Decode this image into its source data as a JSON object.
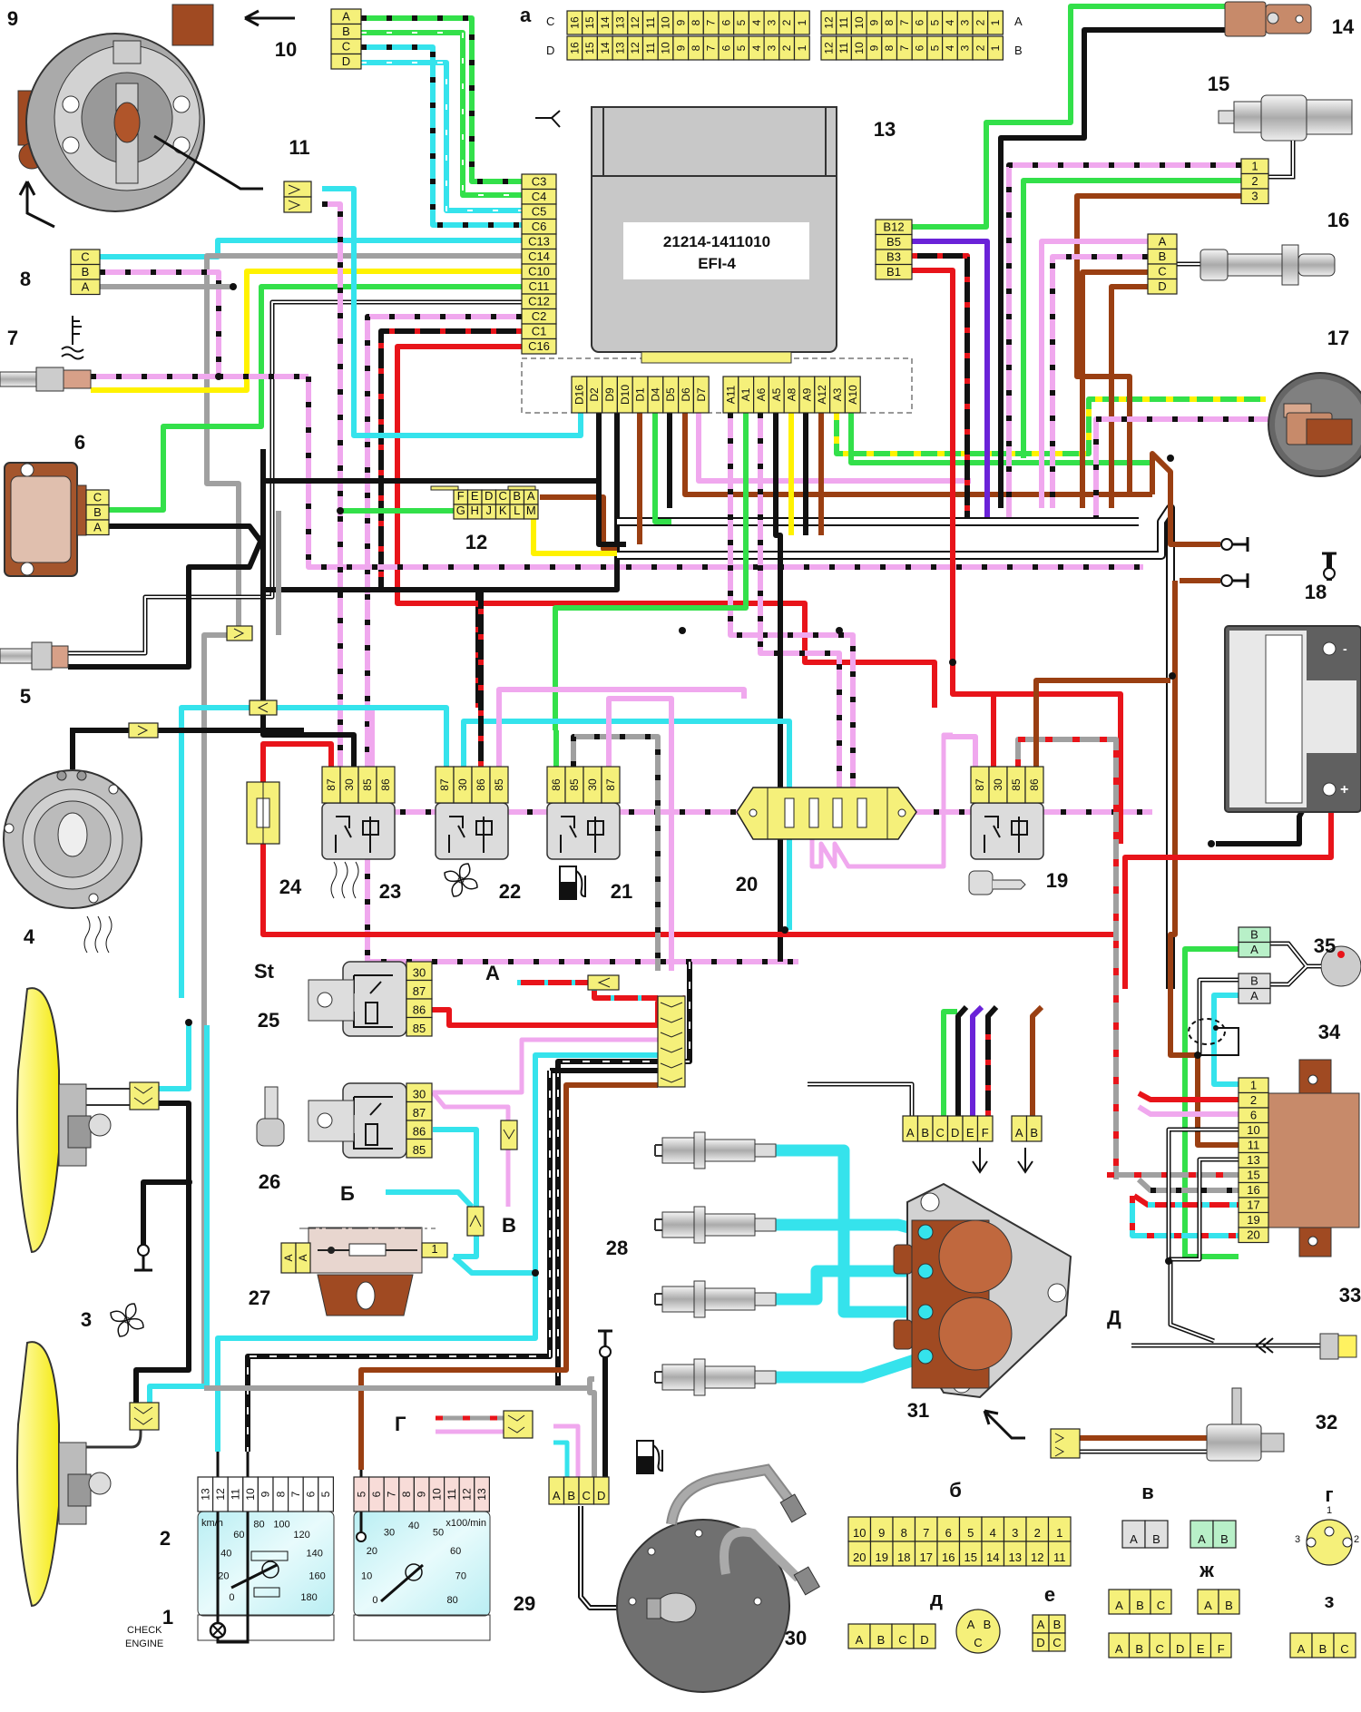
{
  "diagram": {
    "title": "Wiring diagram of engine management system (EFI-4)",
    "ecu": {
      "number": "13",
      "part_number": "21214-1411010",
      "model": "EFI-4"
    },
    "ecu_connector_c_pins": [
      "C3",
      "C4",
      "C5",
      "C6",
      "C13",
      "C14",
      "C10",
      "C11",
      "C12",
      "C2",
      "C1",
      "C16"
    ],
    "ecu_connector_b_pins": [
      "B12",
      "B5",
      "B3",
      "B1"
    ],
    "ecu_connector_d_pins": [
      "D16",
      "D2",
      "D9",
      "D10",
      "D1",
      "D4",
      "D5",
      "D6",
      "D7"
    ],
    "ecu_connector_a_pins": [
      "A11",
      "A1",
      "A6",
      "A5",
      "A8",
      "A9",
      "A12",
      "A3",
      "A10"
    ],
    "connector_a_view": {
      "label": "a",
      "row_c_label": "C",
      "row_d_label": "D",
      "row_a_label": "A",
      "row_b_label": "B",
      "left_block": [
        "16",
        "15",
        "14",
        "13",
        "12",
        "11",
        "10",
        "9",
        "8",
        "7",
        "6",
        "5",
        "4",
        "3",
        "2",
        "1"
      ],
      "right_block": [
        "12",
        "11",
        "10",
        "9",
        "8",
        "7",
        "6",
        "5",
        "4",
        "3",
        "2",
        "1"
      ]
    },
    "callouts": [
      "1",
      "2",
      "3",
      "4",
      "5",
      "6",
      "7",
      "8",
      "9",
      "10",
      "11",
      "12",
      "13",
      "14",
      "15",
      "16",
      "17",
      "18",
      "19",
      "20",
      "21",
      "22",
      "23",
      "24",
      "25",
      "26",
      "27",
      "28",
      "29",
      "30",
      "31",
      "32",
      "33",
      "34",
      "35"
    ],
    "connector_10_pins": [
      "A",
      "B",
      "C",
      "D"
    ],
    "connector_8_pins": [
      "C",
      "B",
      "A"
    ],
    "connector_6_pins": [
      "C",
      "B",
      "A"
    ],
    "connector_12_top": [
      "F",
      "E",
      "D",
      "C",
      "B",
      "A"
    ],
    "connector_12_bottom": [
      "G",
      "H",
      "J",
      "K",
      "L",
      "M"
    ],
    "connector_15_pins": [
      "1",
      "2",
      "3"
    ],
    "connector_16_pins": [
      "A",
      "B",
      "C",
      "D"
    ],
    "relay_23_pins": [
      "87",
      "30",
      "85",
      "86"
    ],
    "relay_22_pins": [
      "87",
      "30",
      "86",
      "85"
    ],
    "relay_21_pins": [
      "86",
      "85",
      "30",
      "87"
    ],
    "relay_19_pins": [
      "87",
      "30",
      "85",
      "86"
    ],
    "relay_25_pins": [
      "30",
      "87",
      "86",
      "85"
    ],
    "relay_26_pins": [
      "30",
      "87",
      "86",
      "85"
    ],
    "relay_25_tag": "St",
    "ignition_module_pins": [
      "A",
      "B",
      "C",
      "D",
      "E",
      "F"
    ],
    "ignition_ab_pins": [
      "A",
      "B"
    ],
    "module_34_pins": [
      "1",
      "2",
      "6",
      "10",
      "11",
      "13",
      "15",
      "16",
      "17",
      "19",
      "20"
    ],
    "sensor_35_pins_top": [
      "B",
      "A"
    ],
    "sensor_35_pins_bottom": [
      "B",
      "A"
    ],
    "fuel_pump_pins": [
      "A",
      "B",
      "C",
      "D"
    ],
    "connector_27_pins": [
      "A",
      "A",
      "1"
    ],
    "speedometer": {
      "unit": "km/h",
      "pins": [
        "13",
        "12",
        "11",
        "10",
        "9",
        "8",
        "7",
        "6",
        "5"
      ],
      "scale": [
        "0",
        "20",
        "40",
        "60",
        "80",
        "100",
        "120",
        "140",
        "160",
        "180"
      ],
      "warning_lamp": "CHECK ENGINE"
    },
    "tachometer": {
      "unit": "x100/min",
      "pins": [
        "5",
        "6",
        "7",
        "8",
        "9",
        "10",
        "11",
        "12",
        "13"
      ],
      "scale": [
        "0",
        "10",
        "20",
        "30",
        "40",
        "50",
        "60",
        "70",
        "80"
      ]
    },
    "wire_tags": {
      "A": "А",
      "B": "Б",
      "V": "В",
      "G": "Г",
      "D": "Д"
    },
    "legend": {
      "b": {
        "label": "б",
        "row1": [
          "10",
          "9",
          "8",
          "7",
          "6",
          "5",
          "4",
          "3",
          "2",
          "1"
        ],
        "row2": [
          "20",
          "19",
          "18",
          "17",
          "16",
          "15",
          "14",
          "13",
          "12",
          "11"
        ]
      },
      "v": {
        "label": "в",
        "grey": [
          "A",
          "B"
        ],
        "green": [
          "A",
          "B"
        ]
      },
      "g": {
        "label": "г",
        "pins": [
          "1",
          "2",
          "3"
        ]
      },
      "d": {
        "label": "д",
        "four": [
          "A",
          "B",
          "C",
          "D"
        ],
        "round": [
          "A",
          "B",
          "C"
        ]
      },
      "e": {
        "label": "е",
        "pins": [
          "A",
          "B",
          "D",
          "C"
        ]
      },
      "zh": {
        "label": "ж",
        "three": [
          "A",
          "B",
          "C"
        ],
        "two": [
          "A",
          "B"
        ],
        "six": [
          "A",
          "B",
          "C",
          "D",
          "E",
          "F"
        ]
      },
      "z": {
        "label": "з",
        "pins": [
          "A",
          "B",
          "C"
        ]
      }
    },
    "colors": {
      "green": "#33e04a",
      "cyan": "#35e3ec",
      "pink": "#f0a8ee",
      "black": "#111111",
      "red": "#e8141a",
      "brown": "#9a3f12",
      "grey": "#a0a0a0",
      "yellow": "#fff200",
      "violet": "#6a22d8",
      "connector": "#f5f07a"
    }
  }
}
